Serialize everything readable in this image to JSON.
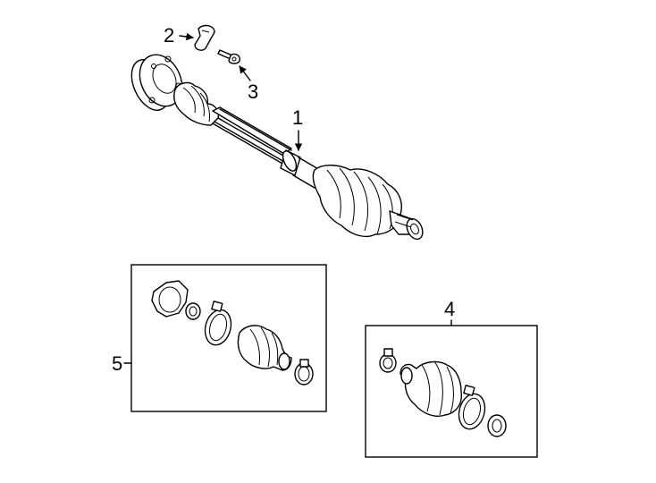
{
  "callouts": {
    "c1": "1",
    "c2": "2",
    "c3": "3",
    "c4": "4",
    "c5": "5"
  }
}
